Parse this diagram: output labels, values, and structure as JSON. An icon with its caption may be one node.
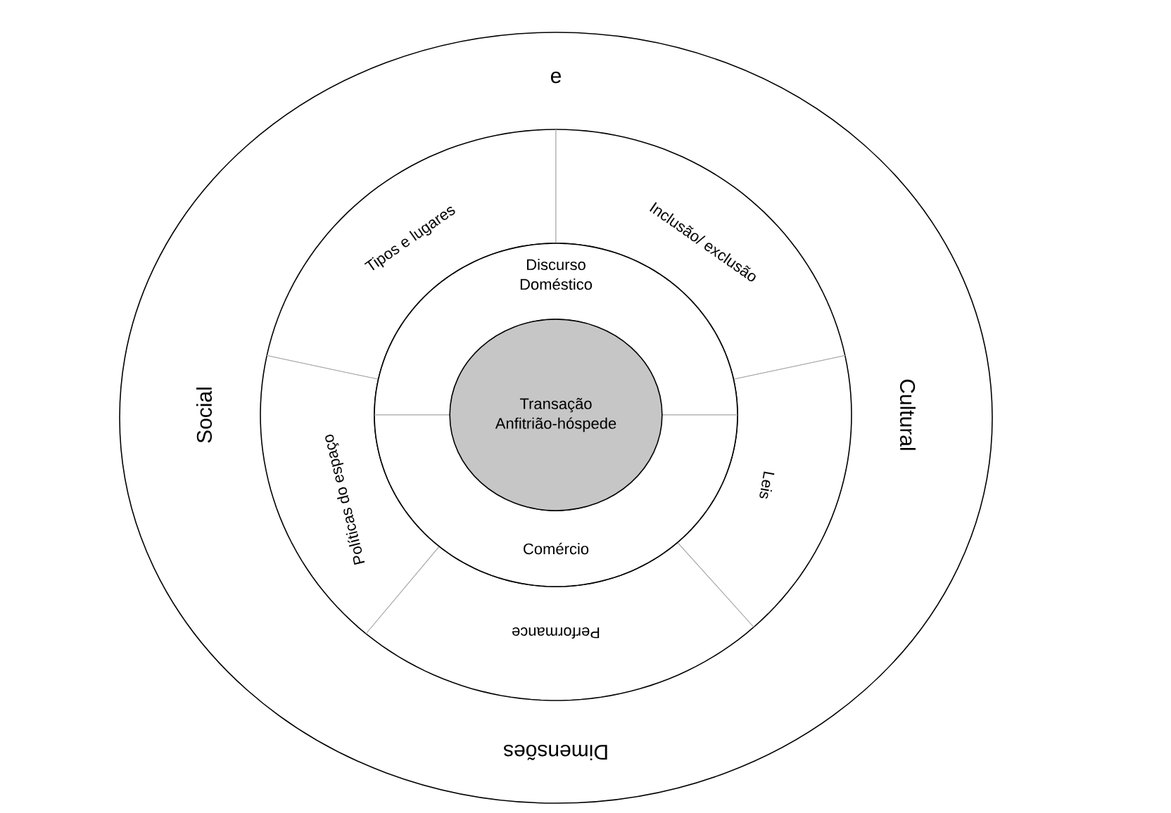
{
  "diagram": {
    "nodes": [
      {
        "text": [
          "e",
          "Social",
          "Cultural",
          "Dimensões"
        ]
      },
      {
        "text": [
          "Tipos e lugares"
        ],
        "in": 0
      },
      {
        "text": [
          "Inclusão/ exclusão"
        ],
        "in": 0
      },
      {
        "text": [
          "Leis"
        ],
        "in": 0
      },
      {
        "text": [
          "Performance"
        ],
        "in": 0
      },
      {
        "text": [
          "Políticas do espaço"
        ],
        "in": 0
      },
      {
        "text": [
          "Discurso Doméstico"
        ],
        "in": 0
      },
      {
        "text": [
          "Comércio"
        ],
        "in": 0
      },
      {
        "text": [
          "Transação Anfitrião-hóspede"
        ],
        "in": 0
      }
    ]
  }
}
